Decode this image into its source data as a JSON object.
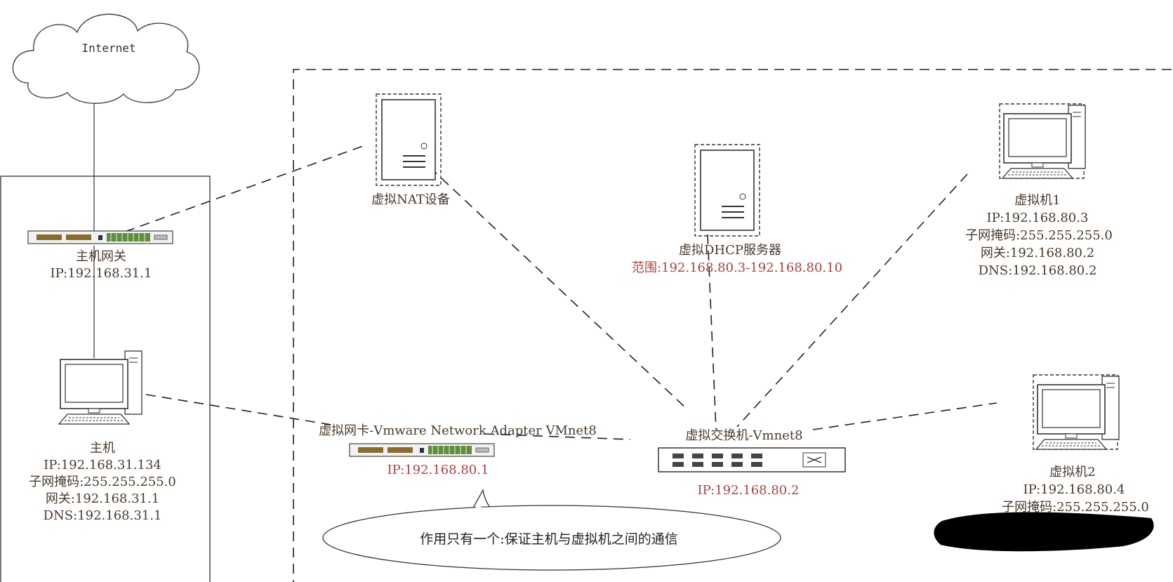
{
  "cloud": {
    "label": "Internet"
  },
  "host_gateway": {
    "name": "主机网关",
    "ip": "IP:192.168.31.1"
  },
  "host": {
    "name": "主机",
    "ip": "IP:192.168.31.134",
    "mask": "子网掩码:255.255.255.0",
    "gateway": "网关:192.168.31.1",
    "dns": "DNS:192.168.31.1"
  },
  "nat": {
    "name": "虚拟NAT设备"
  },
  "dhcp": {
    "name": "虚拟DHCP服务器",
    "range": "范围:192.168.80.3-192.168.80.10"
  },
  "adapter": {
    "name": "虚拟网卡-Vmware Network Adapter VMnet8",
    "ip": "IP:192.168.80.1"
  },
  "vswitch": {
    "name": "虚拟交换机-Vmnet8",
    "ip": "IP:192.168.80.2"
  },
  "vm1": {
    "name": "虚拟机1",
    "ip": "IP:192.168.80.3",
    "mask": "子网掩码:255.255.255.0",
    "gateway": "网关:192.168.80.2",
    "dns": "DNS:192.168.80.2"
  },
  "vm2": {
    "name": "虚拟机2",
    "ip": "IP:192.168.80.4",
    "mask": "子网掩码:255.255.255.0"
  },
  "note": {
    "text": "作用只有一个:保证主机与虚拟机之间的通信"
  }
}
